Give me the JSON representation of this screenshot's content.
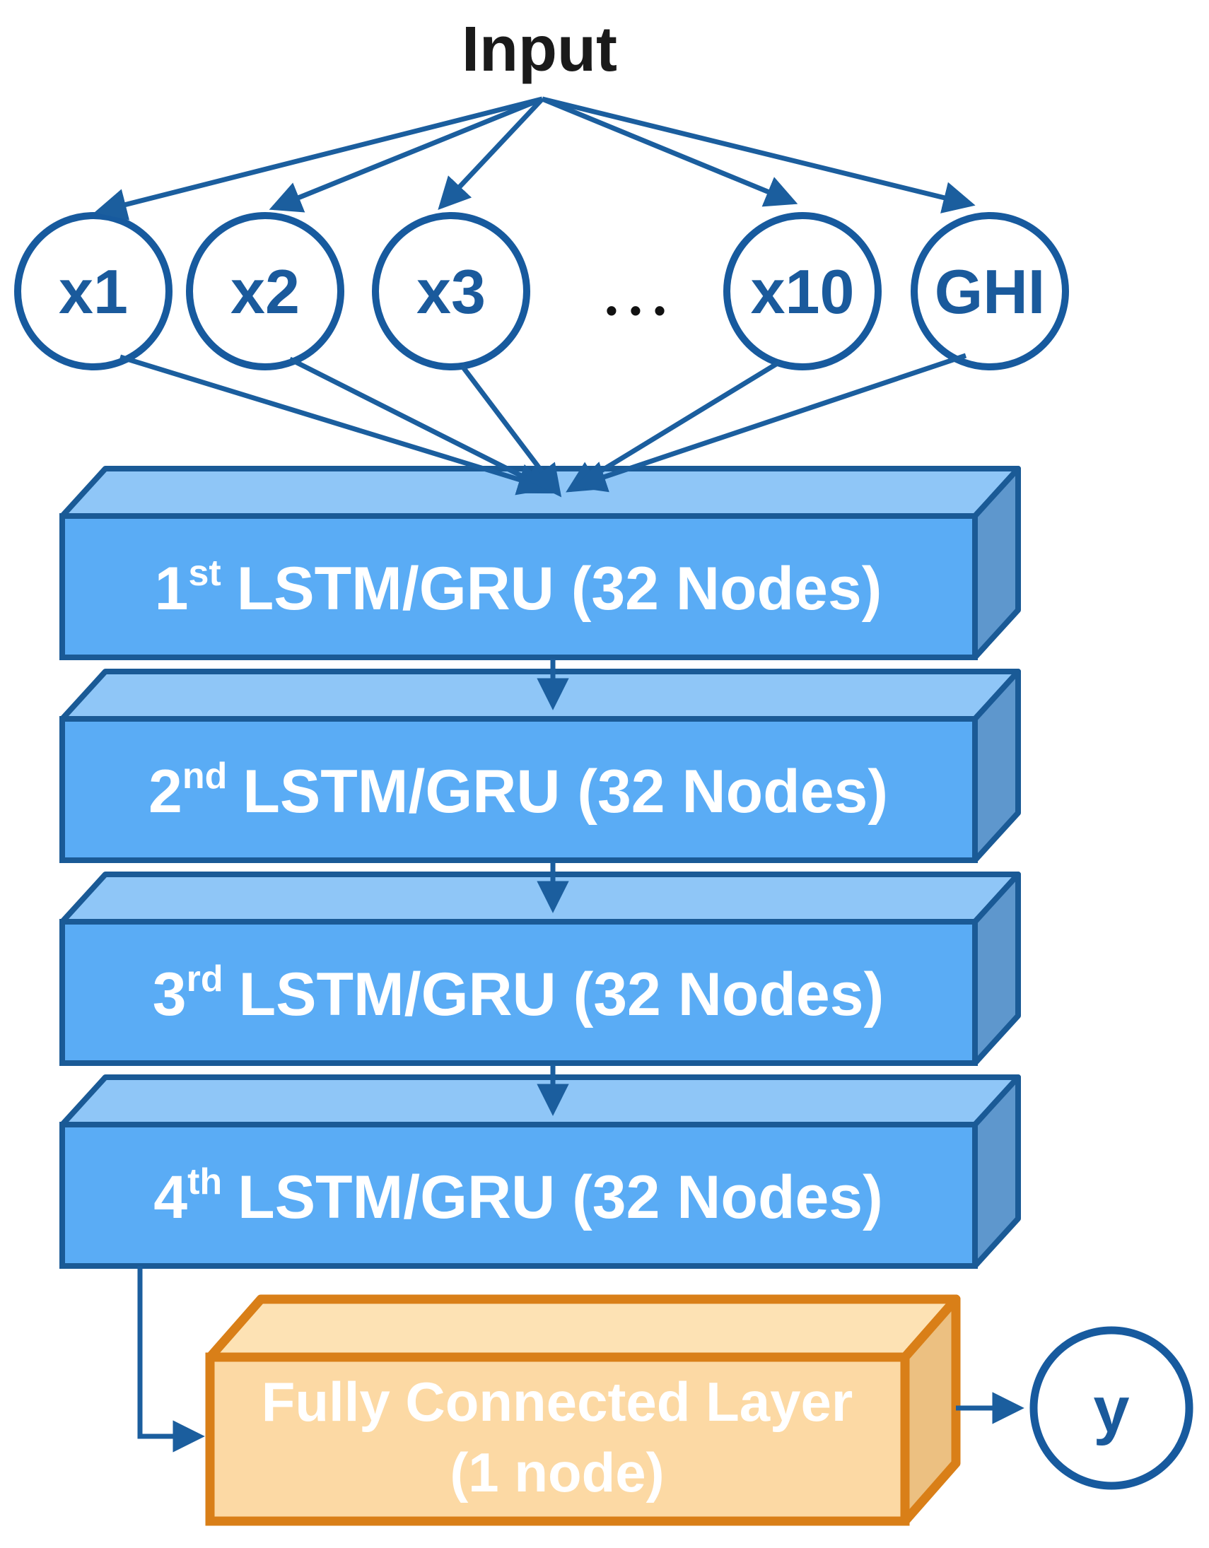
{
  "title": "Input",
  "input_nodes": [
    {
      "label": "x1"
    },
    {
      "label": "x2"
    },
    {
      "label": "x3"
    },
    {
      "label": "x10"
    },
    {
      "label": "GHI"
    }
  ],
  "ellipsis": "•••",
  "layers": [
    {
      "ordinal": "1",
      "suffix": "st",
      "rest": "LSTM/GRU (32 Nodes)"
    },
    {
      "ordinal": "2",
      "suffix": "nd",
      "rest": "LSTM/GRU (32 Nodes)"
    },
    {
      "ordinal": "3",
      "suffix": "rd",
      "rest": "LSTM/GRU (32 Nodes)"
    },
    {
      "ordinal": "4",
      "suffix": "th",
      "rest": "LSTM/GRU (32 Nodes)"
    }
  ],
  "output_layer": {
    "line1": "Fully Connected Layer",
    "line2": "(1 node)"
  },
  "output_node": {
    "label": "y"
  },
  "colors": {
    "arrow": "#1b5e9e",
    "node_border": "#175a9e",
    "node_text": "#1a5a9c",
    "title_text": "#1a1a1a",
    "dots": "#111111",
    "box_front": "#5aacf5",
    "box_top": "#8fc6f7",
    "box_side": "#5e97cd",
    "box_border": "#1a5a96",
    "box_text": "#ffffff",
    "fc_front": "#fcd9a4",
    "fc_top": "#fde2b4",
    "fc_side": "#ecc081",
    "fc_border": "#d97f18",
    "fc_text": "#ffffff"
  }
}
